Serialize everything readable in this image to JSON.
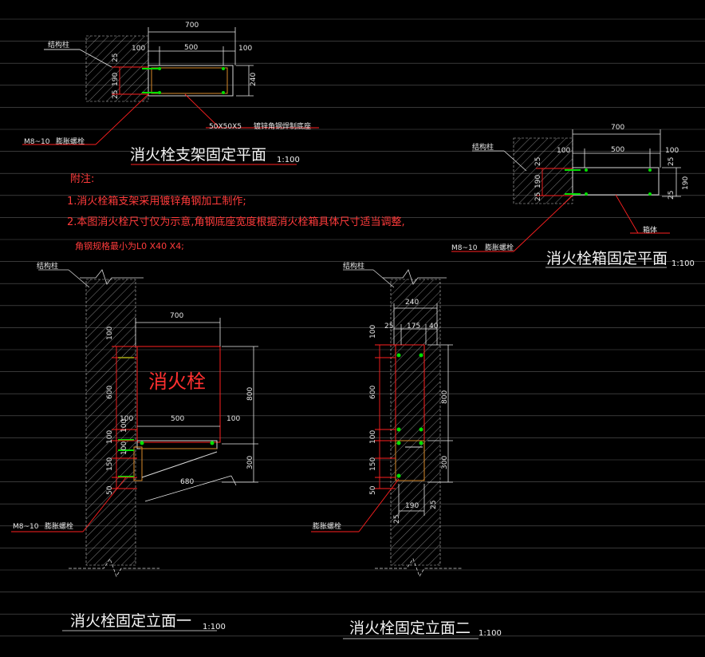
{
  "colors": {
    "background": "#000000",
    "line": "#d9d9d9",
    "annotation": "#ff2020",
    "wall": "#bfbfbf",
    "bolt": "#00e000",
    "steel": "#d88a2a"
  },
  "plan_bracket": {
    "title": "消火栓支架固定平面",
    "scale": "1:100",
    "label_wall": "结构柱",
    "dim_total": "700",
    "dim_left": "100",
    "dim_mid": "500",
    "dim_right": "100",
    "dim_top": "25",
    "dim_mid_v": "190",
    "dim_bot": "25",
    "dim_depth": "240",
    "label_angle": "50X50X5",
    "label_angle_desc": "镀锌角钢焊制底座",
    "label_bolt_spec": "M8~10",
    "label_bolt": "膨胀螺栓"
  },
  "notes": {
    "header": "附注:",
    "line1": "1.消火栓箱支架采用镀锌角钢加工制作;",
    "line2": "2.本图消火栓尺寸仅为示意,角钢底座宽度根据消火栓箱具体尺寸适当调整,",
    "line3": "角钢规格最小为L0 X40 X4;"
  },
  "plan_box": {
    "title": "消火栓箱固定平面",
    "scale": "1:100",
    "label_wall": "结构柱",
    "dim_total": "700",
    "dim_left": "100",
    "dim_mid": "500",
    "dim_right": "100",
    "dim_top": "25",
    "dim_mid_v": "190",
    "dim_bot": "25",
    "dim_depth": "190",
    "label_box": "箱体",
    "label_bolt_spec": "M8~10",
    "label_bolt": "膨胀螺栓"
  },
  "elev1": {
    "title": "消火栓固定立面一",
    "scale": "1:100",
    "label_wall": "结构柱",
    "box_text": "消火栓",
    "dim_top": "700",
    "dim_mid_l": "100",
    "dim_mid": "500",
    "dim_mid_r": "100",
    "v_100a": "100",
    "v_600": "600",
    "v_100b": "100",
    "v_150": "150",
    "v_50": "50",
    "v_800": "800",
    "v_300": "300",
    "dim_diag": "680",
    "label_bolt_spec": "M8~10",
    "label_bolt": "膨胀螺栓"
  },
  "elev2": {
    "title": "消火栓固定立面二",
    "scale": "1:100",
    "label_wall": "结构柱",
    "dim_240": "240",
    "dim_25a": "25",
    "dim_175": "175",
    "dim_40": "40",
    "v_100a": "100",
    "v_600": "600",
    "v_100b": "100",
    "v_150": "150",
    "v_50": "50",
    "v_800": "800",
    "v_300": "300",
    "dim_190": "190",
    "dim_25b": "25",
    "dim_25c": "25",
    "label_bolt": "膨胀螺栓"
  }
}
